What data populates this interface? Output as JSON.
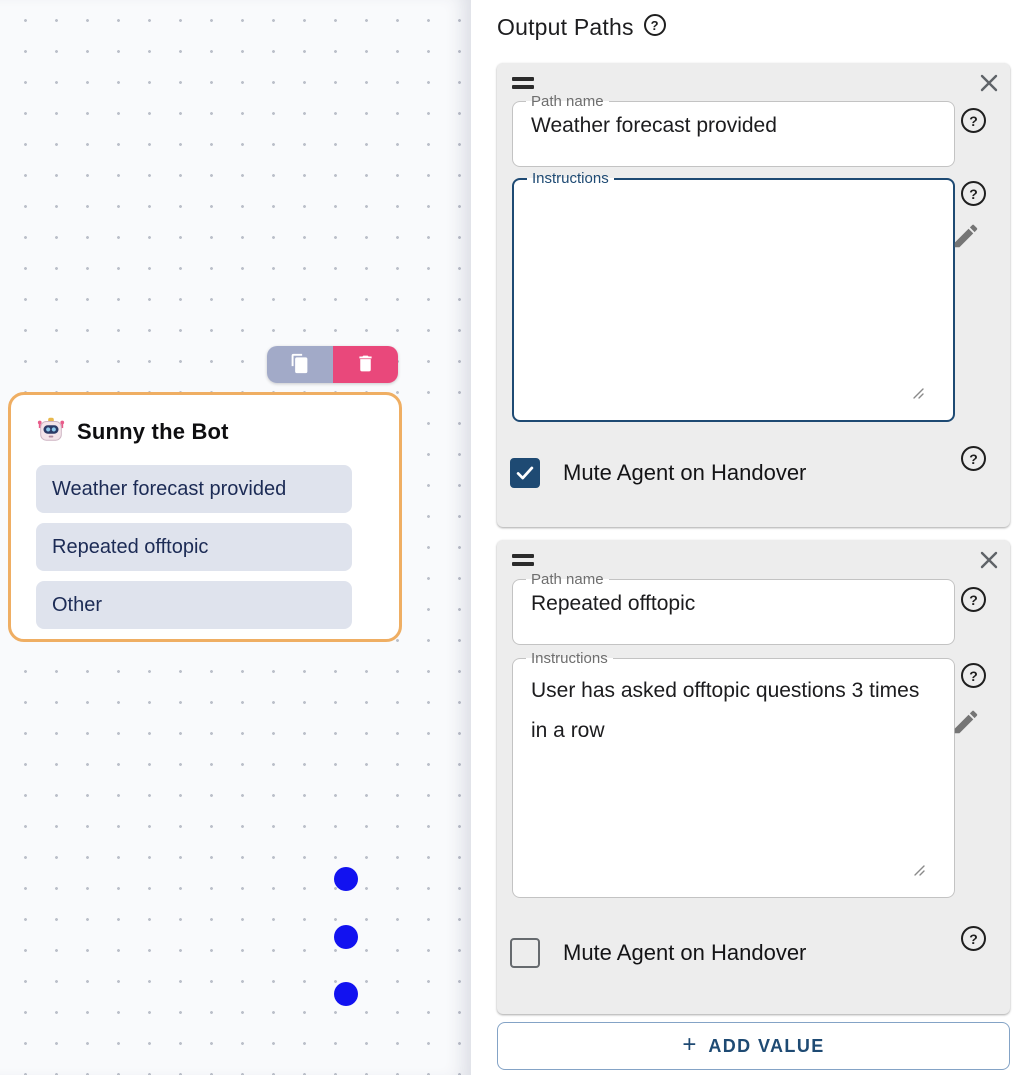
{
  "colors": {
    "accent_navy": "#1e4a73",
    "node_border_orange": "#efae63",
    "connector_blue": "#1212f0",
    "copy_button_bg": "#a2aac8",
    "delete_button_bg": "#e9487b",
    "panel_card_bg": "#ededed",
    "path_row_bg": "#dfe3ed",
    "path_row_text": "#1c2b55"
  },
  "canvas": {
    "node": {
      "icon": "robot-icon",
      "title": "Sunny the Bot",
      "paths": [
        {
          "label": "Weather forecast provided"
        },
        {
          "label": "Repeated offtopic"
        },
        {
          "label": "Other"
        }
      ]
    },
    "toolbar": {
      "copy_icon": "copy-icon",
      "delete_icon": "trash-icon"
    }
  },
  "panel": {
    "title": "Output Paths",
    "help_icon": "help-circle-icon",
    "cards": [
      {
        "path_name_label": "Path name",
        "path_name_value": "Weather forecast provided",
        "instructions_label": "Instructions",
        "instructions_value": "",
        "mute_label": "Mute Agent on Handover",
        "muted": true
      },
      {
        "path_name_label": "Path name",
        "path_name_value": "Repeated offtopic",
        "instructions_label": "Instructions",
        "instructions_value": "User has asked offtopic questions 3 times in a row",
        "mute_label": "Mute Agent on Handover",
        "muted": false
      }
    ],
    "add_value_label": "ADD VALUE",
    "add_value_plus": "+"
  }
}
